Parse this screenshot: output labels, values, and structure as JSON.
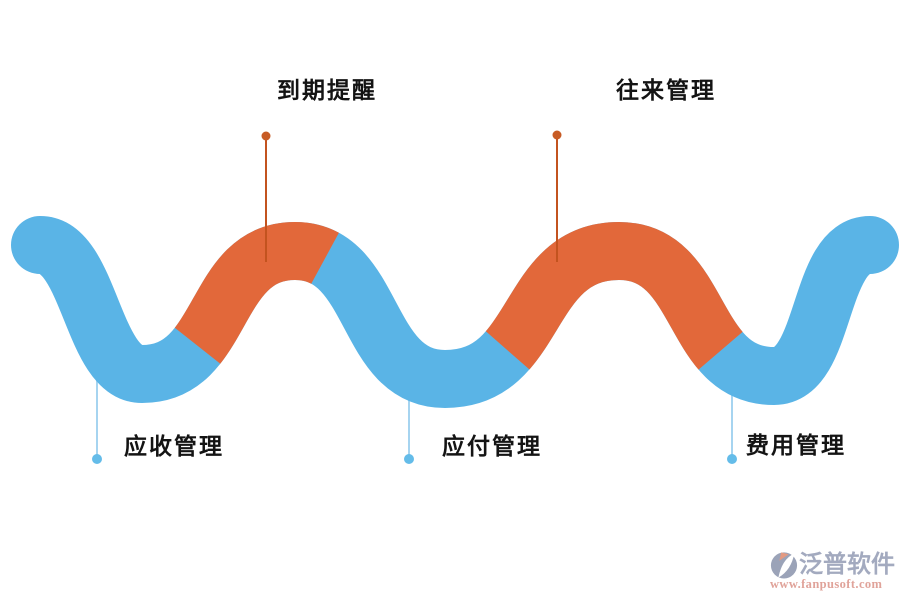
{
  "diagram": {
    "title_hint": "finance-module-process-wave",
    "stages": {
      "top": [
        {
          "label": "到期提醒"
        },
        {
          "label": "往来管理"
        }
      ],
      "bottom": [
        {
          "label": "应收管理"
        },
        {
          "label": "应付管理"
        },
        {
          "label": "费用管理"
        }
      ]
    }
  },
  "watermark": {
    "brand": "泛普软件",
    "url": "www.fanpusoft.com"
  },
  "colors": {
    "wave_blue": "#5ab4e6",
    "wave_orange": "#e2683a",
    "connector_blue_line": "#a6d4f0",
    "connector_blue_dot": "#64bce9",
    "connector_orange_line": "#c3531f",
    "connector_orange_dot": "#c75b24",
    "label_text": "#141414",
    "logo_gray": "#a3aabf",
    "logo_url": "#e0a39a",
    "logo_icon_gray": "#9ba3b8",
    "logo_icon_accent": "#e39a82"
  }
}
